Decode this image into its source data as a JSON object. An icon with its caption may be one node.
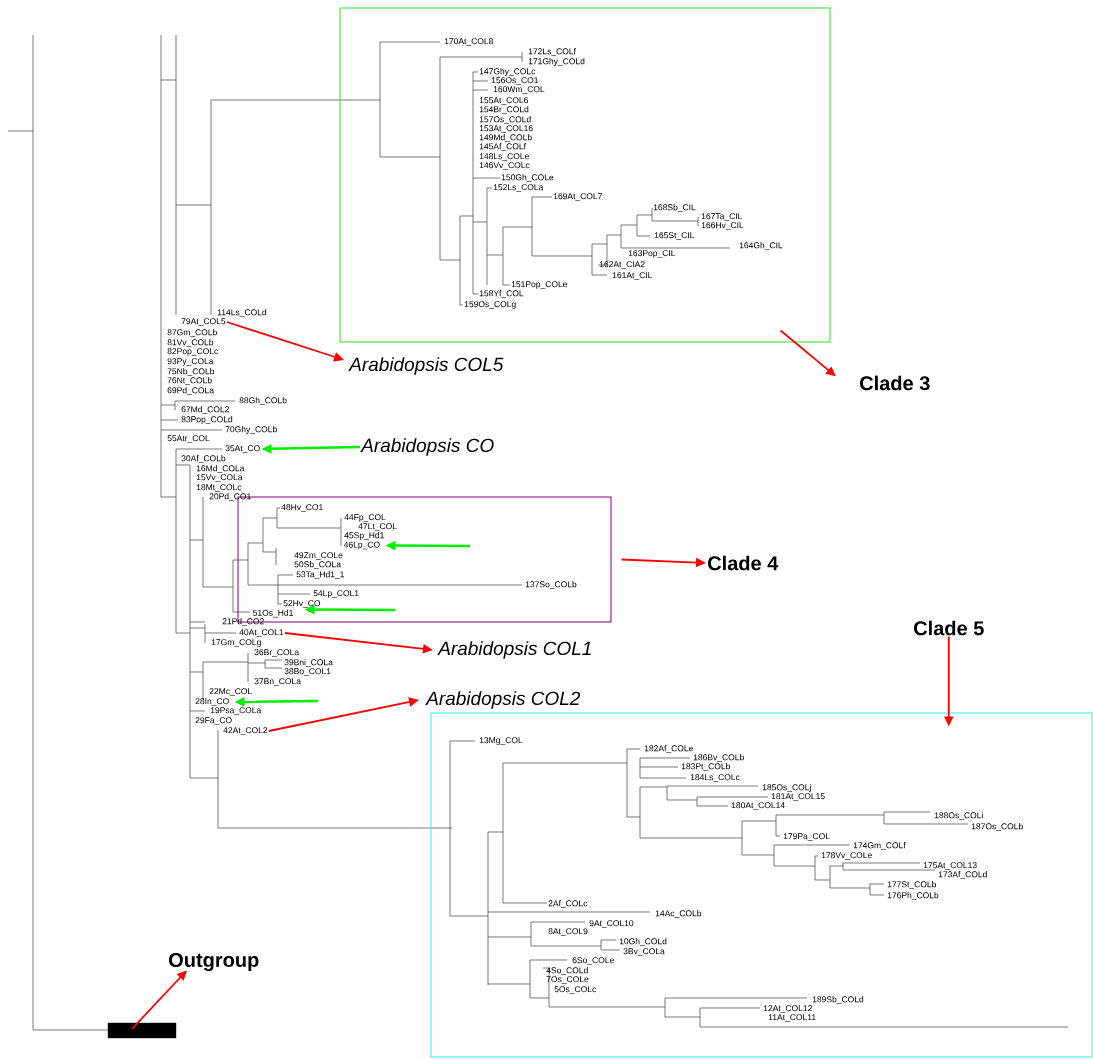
{
  "diagram": {
    "nodes": [
      {
        "text": [],
        "shape": "box"
      },
      {
        "text": [
          "79At_COL5"
        ]
      },
      {
        "text": [
          "Arabidopsis COL5"
        ]
      },
      {
        "text": [
          "Clade 3"
        ]
      },
      {
        "text": [
          "35At_CO"
        ]
      },
      {
        "text": [
          "Arabidopsis CO"
        ]
      },
      {
        "text": [],
        "shape": "box"
      },
      {
        "text": [
          "46Lp_CO"
        ],
        "in": 6
      },
      {
        "text": [
          "51Os_Hd1"
        ],
        "in": 6
      },
      {
        "text": [
          "Clade 4"
        ]
      },
      {
        "text": [
          "40At_COL1"
        ]
      },
      {
        "text": [
          "Arabidopsis COL1"
        ]
      },
      {
        "text": [
          "Clade 5"
        ]
      },
      {
        "text": [
          "28In_CO"
        ]
      },
      {
        "text": [
          "42At_COL2"
        ]
      },
      {
        "text": [
          "Arabidopsis COL2"
        ]
      },
      {
        "text": [],
        "shape": "box"
      },
      {
        "text": [
          "Outgroup"
        ]
      },
      {
        "text": [],
        "shape": "bar"
      }
    ],
    "edges": [
      {
        "from": 1,
        "to": 2,
        "arrow": "to"
      },
      {
        "from": 0,
        "to": 3,
        "arrow": "to"
      },
      {
        "from": 5,
        "to": 4,
        "arrow": "to",
        "color": "#00ee00"
      },
      {
        "from": null,
        "to": 7,
        "arrow": "to",
        "color": "#00ee00"
      },
      {
        "from": null,
        "to": 8,
        "arrow": "to",
        "color": "#00ee00"
      },
      {
        "from": 6,
        "to": 9,
        "arrow": "to"
      },
      {
        "from": 10,
        "to": 11,
        "arrow": "to"
      },
      {
        "from": 12,
        "to": 16,
        "arrow": "to"
      },
      {
        "from": null,
        "to": 13,
        "arrow": "to",
        "color": "#00ee00"
      },
      {
        "from": 14,
        "to": 15,
        "arrow": "to"
      },
      {
        "from": 18,
        "to": 17,
        "arrow": "to"
      }
    ],
    "labels": [
      "170At_COL8",
      "172Ls_COLf",
      "171Ghy_COLd",
      "147Ghy_COLc",
      "156Os_CO1",
      "160Wm_COL",
      "155At_COL6",
      "154Br_COLd",
      "157Os_COLd",
      "153At_COL16",
      "149Md_COLb",
      "145Af_COLf",
      "148Ls_COLe",
      "146Vv_COLc",
      "150Gh_COLe",
      "152Ls_COLa",
      "169At_COL7",
      "168Sb_CIL",
      "167Ta_CIL",
      "166Hv_CIL",
      "165St_CIL",
      "164Gh_CIL",
      "163Pop_CIL",
      "162At_CIA2",
      "161At_CIL",
      "151Pop_COLe",
      "158Yf_COL",
      "159Os_COLg",
      "114Ls_COLd",
      "87Gm_COLb",
      "81Vv_COLb",
      "82Pop_COLc",
      "93Py_COLa",
      "75Nb_COLb",
      "76Nt_COLb",
      "69Pd_COLa",
      "88Gh_COLb",
      "67Md_COL2",
      "83Pop_COLd",
      "70Ghy_COLb",
      "55Atr_COL",
      "30Af_COLb",
      "16Md_COLa",
      "15Vv_COLa",
      "18Mt_COLc",
      "20Pd_CO1",
      "48Hv_CO1",
      "44Fp_COL",
      "47Lt_COL",
      "45Sp_Hd1",
      "49Zm_COLe",
      "50Sb_COLa",
      "53Ta_Hd1_1",
      "137So_COLb",
      "54Lp_COL1",
      "52Hv_CO",
      "21Pd_CO2",
      "17Gm_COLg",
      "36Br_COLa",
      "39Bni_COLa",
      "38Bo_COL1",
      "37Bn_COLa",
      "22Mc_COL",
      "19Psa_COLa",
      "29Fa_CO",
      "13Mg_COL",
      "182Af_COLe",
      "186Bv_COLb",
      "183Pt_COLb",
      "184Ls_COLc",
      "185Os_COLj",
      "181At_COL15",
      "180At_COL14",
      "188Os_COLi",
      "187Os_COLb",
      "179Pa_COL",
      "174Gm_COLf",
      "178Vv_COLe",
      "175At_COL13",
      "173Af_COLd",
      "177St_COLb",
      "176Ph_COLb",
      "2Af_COLc",
      "14Ac_COLb",
      "9At_COL10",
      "8At_COL9",
      "10Gh_COLd",
      "3Bv_COLa",
      "6So_COLe",
      "4So_COLd",
      "7Os_COLe",
      "5Os_COLc",
      "189Sb_COLd",
      "12At_COL12",
      "11At_COL11"
    ]
  }
}
